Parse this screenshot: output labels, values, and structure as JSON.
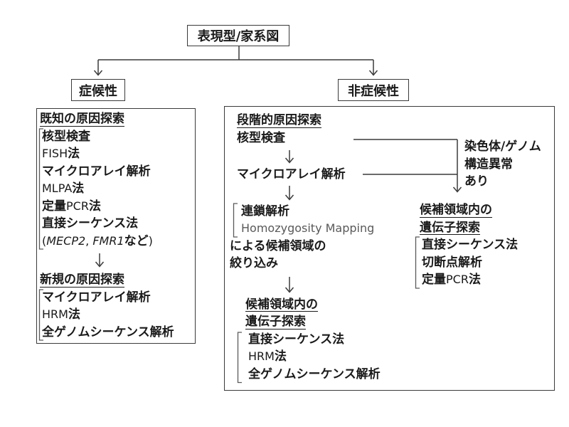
{
  "colors": {
    "ink": "#1a1a1a",
    "line": "#3a3a3a",
    "muted": "#595959",
    "background": "#ffffff"
  },
  "root_box": {
    "label": "表現型/家系図"
  },
  "branches": {
    "left_label": "症候性",
    "right_label": "非症候性"
  },
  "left_panel": {
    "lines": [
      {
        "k": "title",
        "segs": [
          {
            "t": "既知の原因探索"
          }
        ]
      },
      {
        "k": "item",
        "segs": [
          {
            "t": "核型検査"
          }
        ]
      },
      {
        "k": "item",
        "segs": [
          {
            "t": "FISH",
            "style": "latin"
          },
          {
            "t": "法"
          }
        ]
      },
      {
        "k": "item",
        "segs": [
          {
            "t": "マイクロアレイ解析"
          }
        ]
      },
      {
        "k": "item",
        "segs": [
          {
            "t": "MLPA",
            "style": "latin"
          },
          {
            "t": "法"
          }
        ]
      },
      {
        "k": "item",
        "segs": [
          {
            "t": "定量"
          },
          {
            "t": "PCR",
            "style": "latin"
          },
          {
            "t": "法"
          }
        ]
      },
      {
        "k": "item",
        "segs": [
          {
            "t": "直接シーケンス法"
          }
        ]
      },
      {
        "k": "item",
        "segs": [
          {
            "t": "(",
            "style": "latin"
          },
          {
            "t": "MECP2",
            "style": "gene"
          },
          {
            "t": ", ",
            "style": "latin"
          },
          {
            "t": "FMR1",
            "style": "gene"
          },
          {
            "t": "など"
          },
          {
            "t": ")",
            "style": "latin"
          }
        ]
      },
      {
        "k": "gap_m"
      },
      {
        "k": "title",
        "segs": [
          {
            "t": "新規の原因探索"
          }
        ]
      },
      {
        "k": "item",
        "segs": [
          {
            "t": "マイクロアレイ解析"
          }
        ]
      },
      {
        "k": "item",
        "segs": [
          {
            "t": "HRM",
            "style": "latin"
          },
          {
            "t": "法"
          }
        ]
      },
      {
        "k": "item",
        "segs": [
          {
            "t": "全ゲノムシーケンス解析"
          }
        ]
      }
    ]
  },
  "right_panel": {
    "centre_lines": [
      {
        "k": "title",
        "segs": [
          {
            "t": "段階的原因探索"
          }
        ]
      },
      {
        "k": "item",
        "segs": [
          {
            "t": "核型検査"
          }
        ]
      },
      {
        "k": "gap_s"
      },
      {
        "k": "item",
        "segs": [
          {
            "t": "マイクロアレイ解析"
          }
        ]
      },
      {
        "k": "gap_s"
      },
      {
        "k": "bitem",
        "segs": [
          {
            "t": "連鎖解析"
          }
        ]
      },
      {
        "k": "bitem",
        "segs": [
          {
            "t": "Homozygosity Mapping",
            "style": "muted"
          }
        ]
      },
      {
        "k": "cont",
        "segs": [
          {
            "t": "による候補領域の"
          }
        ]
      },
      {
        "k": "cont",
        "segs": [
          {
            "t": "絞り込み"
          }
        ]
      },
      {
        "k": "gap_l"
      },
      {
        "k": "title2",
        "segs": [
          {
            "t": "候補領域内の"
          }
        ]
      },
      {
        "k": "title2",
        "segs": [
          {
            "t": "遺伝子探索"
          }
        ]
      },
      {
        "k": "item2",
        "segs": [
          {
            "t": "直接シーケンス法"
          }
        ]
      },
      {
        "k": "item2",
        "segs": [
          {
            "t": "HRM",
            "style": "latin"
          },
          {
            "t": "法"
          }
        ]
      },
      {
        "k": "item2",
        "segs": [
          {
            "t": "全ゲノムシーケンス解析"
          }
        ]
      }
    ],
    "branch_note_lines": [
      {
        "k": "note",
        "segs": [
          {
            "t": "染色体/ゲノム"
          }
        ]
      },
      {
        "k": "note",
        "segs": [
          {
            "t": "構造異常"
          }
        ]
      },
      {
        "k": "note",
        "segs": [
          {
            "t": "あり"
          }
        ]
      }
    ],
    "candidate_region_lines": [
      {
        "k": "title",
        "segs": [
          {
            "t": "候補領域内の"
          }
        ]
      },
      {
        "k": "title",
        "segs": [
          {
            "t": "遺伝子探索"
          }
        ]
      },
      {
        "k": "item",
        "segs": [
          {
            "t": "直接シーケンス法"
          }
        ]
      },
      {
        "k": "item",
        "segs": [
          {
            "t": "切断点解析"
          }
        ]
      },
      {
        "k": "item",
        "segs": [
          {
            "t": "定量"
          },
          {
            "t": "PCR",
            "style": "latin"
          },
          {
            "t": "法"
          }
        ]
      }
    ]
  }
}
